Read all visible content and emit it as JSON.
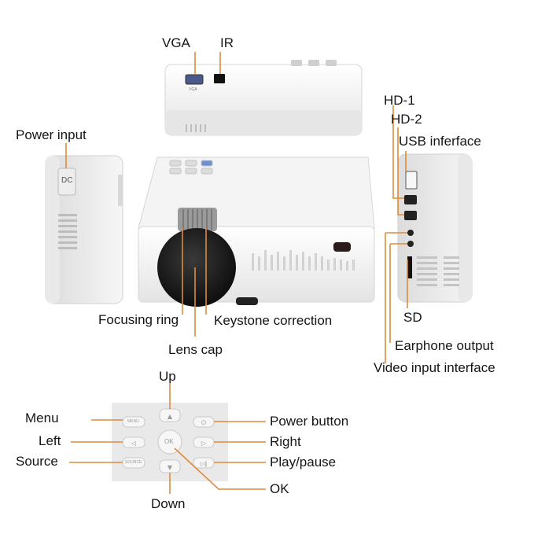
{
  "top_view": {
    "port_labels": [
      "VGA",
      "IR"
    ],
    "port_printed_text": "VGA"
  },
  "left_view": {
    "label": "Power input",
    "port_printed_text": "DC"
  },
  "front_view": {
    "labels": {
      "focusing_ring": "Focusing ring",
      "keystone": "Keystone correction",
      "lens_cap": "Lens cap"
    }
  },
  "right_view": {
    "labels": {
      "hd1": "HD-1",
      "hd2": "HD-2",
      "usb": "USB inferface",
      "sd": "SD",
      "earphone": "Earphone output",
      "video_in": "Video input interface"
    }
  },
  "control_panel": {
    "labels": {
      "up": "Up",
      "menu": "Menu",
      "left": "Left",
      "source": "Source",
      "down": "Down",
      "power": "Power button",
      "right": "Right",
      "play_pause": "Play/pause",
      "ok": "OK"
    },
    "button_texts": {
      "menu": "MENU",
      "source": "SOURCE",
      "ok": "OK"
    }
  },
  "colors": {
    "leader_line": "#e08a3a",
    "device_body": "#f2f2f2",
    "lens": "#1b1b1b"
  }
}
